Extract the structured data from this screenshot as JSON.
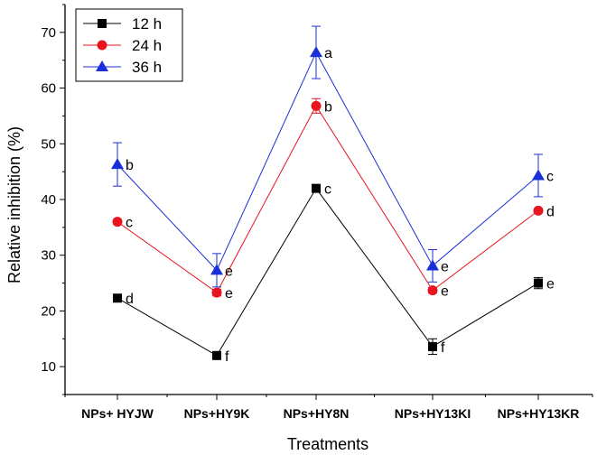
{
  "chart_data": {
    "type": "line",
    "xlabel": "Treatments",
    "ylabel": "Relative inhibition (%)",
    "categories": [
      "NPs+ HYJW",
      "NPs+HY9K",
      "NPs+HY8N",
      "NPs+HY13KI",
      "NPs+HY13KR"
    ],
    "ylim": [
      5,
      75
    ],
    "yticks": [
      10,
      20,
      30,
      40,
      50,
      60,
      70
    ],
    "legend_position": "top-left",
    "grid": false,
    "series": [
      {
        "name": "12 h",
        "color": "#000000",
        "marker": "square",
        "values": [
          22.3,
          12.0,
          42.0,
          13.6,
          25.0
        ],
        "errors": [
          0.4,
          0.4,
          0.4,
          1.4,
          1.0
        ],
        "letters": [
          "d",
          "f",
          "c",
          "f",
          "e"
        ]
      },
      {
        "name": "24 h",
        "color": "#e8141e",
        "marker": "circle",
        "values": [
          36.0,
          23.3,
          56.8,
          23.7,
          38.0
        ],
        "errors": [
          0.4,
          0.6,
          1.3,
          0.5,
          0.4
        ],
        "letters": [
          "c",
          "e",
          "b",
          "e",
          "d"
        ]
      },
      {
        "name": "36 h",
        "color": "#1a2fd9",
        "marker": "triangle",
        "values": [
          46.3,
          27.3,
          66.4,
          28.1,
          44.3
        ],
        "errors": [
          3.9,
          3.0,
          4.7,
          2.9,
          3.8
        ],
        "letters": [
          "b",
          "e",
          "a",
          "e",
          "c"
        ]
      }
    ]
  }
}
